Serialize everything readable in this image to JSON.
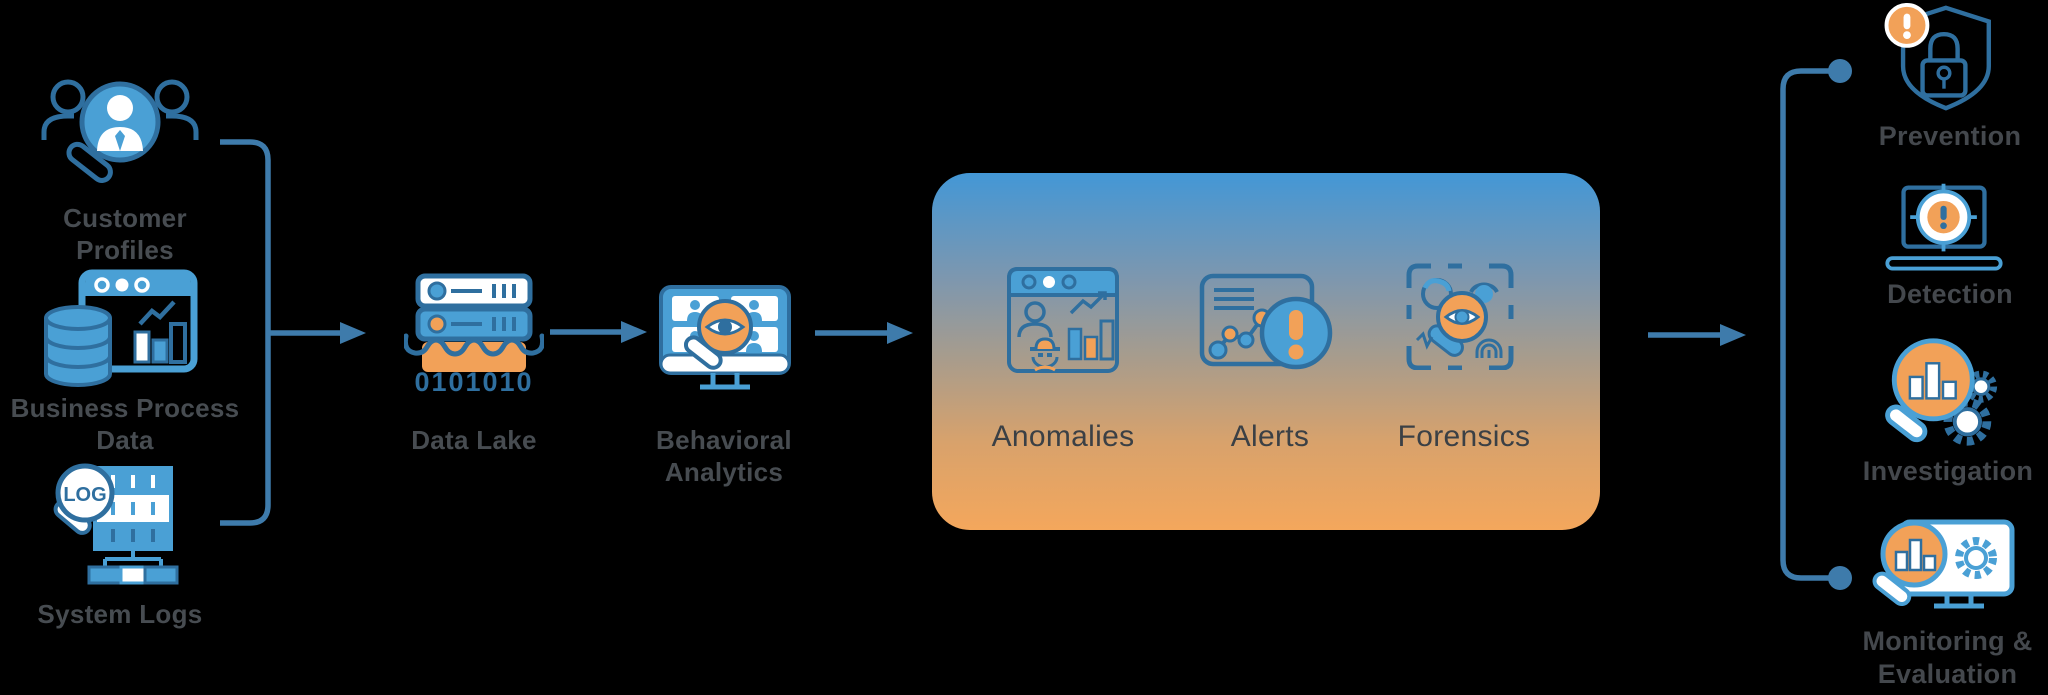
{
  "title": "User behavior analytics pipeline diagram",
  "palette": {
    "background": "#000000",
    "icon_blue": "#4aa0d5",
    "icon_blue_dark": "#2f6f9f",
    "icon_orange": "#f2a158",
    "connector_blue": "#3e7bab",
    "label_gray": "#474c51",
    "box_label_gray": "#3b4045",
    "box_gradient_top": "#4397d6",
    "box_gradient_bottom": "#f4a75c"
  },
  "inputs": [
    {
      "label": "Customer Profiles",
      "icon": "customer-profiles-icon"
    },
    {
      "label": "Business Process Data",
      "icon": "business-process-data-icon"
    },
    {
      "label": "System Logs",
      "icon": "system-logs-icon",
      "icon_text": "LOG"
    }
  ],
  "pipeline": [
    {
      "label": "Data Lake",
      "icon": "data-lake-icon",
      "icon_text": "0101010"
    },
    {
      "label": "Behavioral Analytics",
      "icon": "behavioral-analytics-icon"
    }
  ],
  "analysis_box": {
    "items": [
      {
        "label": "Anomalies",
        "icon": "anomalies-icon"
      },
      {
        "label": "Alerts",
        "icon": "alerts-icon"
      },
      {
        "label": "Forensics",
        "icon": "forensics-icon"
      }
    ]
  },
  "outputs": [
    {
      "label": "Prevention",
      "icon": "prevention-icon"
    },
    {
      "label": "Detection",
      "icon": "detection-icon"
    },
    {
      "label": "Investigation",
      "icon": "investigation-icon"
    },
    {
      "label": "Monitoring & Evaluation",
      "icon": "monitoring-evaluation-icon"
    }
  ]
}
